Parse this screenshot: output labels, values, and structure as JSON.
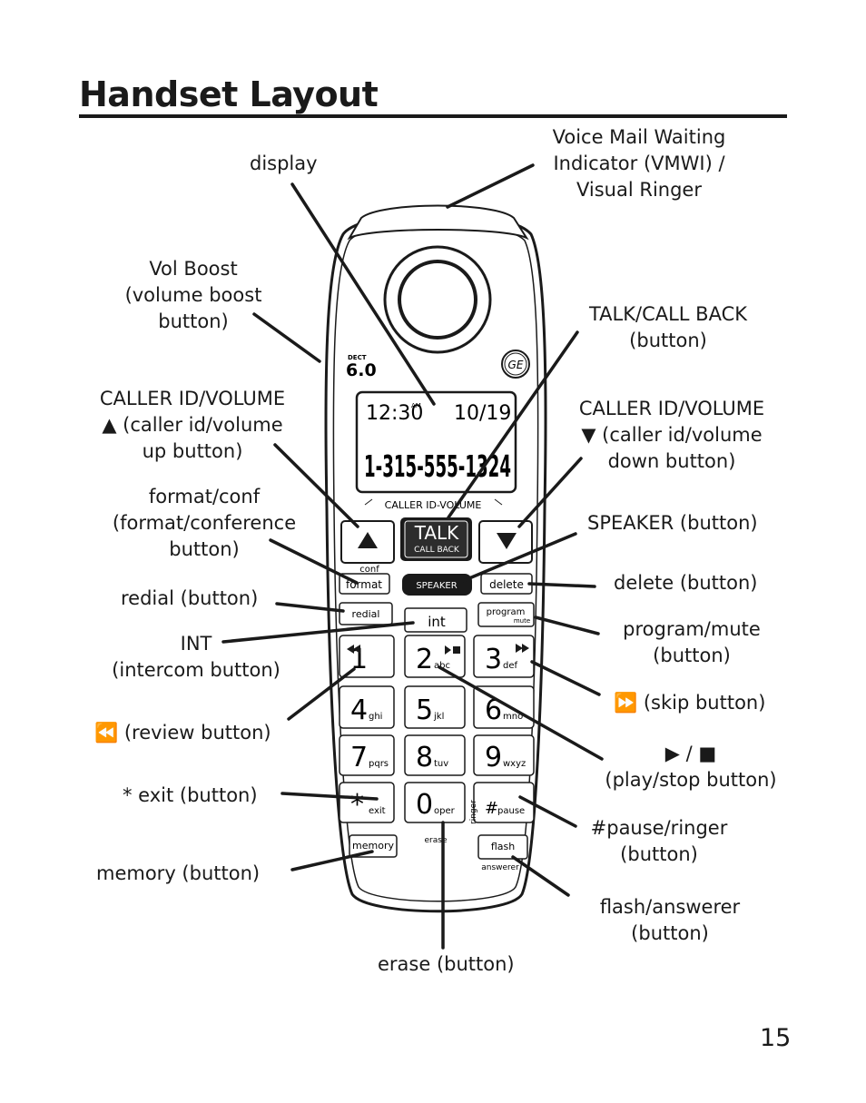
{
  "page": {
    "title": "Handset Layout",
    "page_number": "15"
  },
  "labels": {
    "vmwi": "Voice Mail Waiting\nIndicator (VMWI) /\nVisual Ringer",
    "display": "display",
    "vol_boost": "Vol Boost\n(volume boost\nbutton)",
    "talk": "TALK/CALL BACK\n(button)",
    "cid_up": "CALLER ID/VOLUME\n▲ (caller id/volume\nup button)",
    "cid_down": "CALLER ID/VOLUME\n▼ (caller id/volume\ndown button)",
    "format_conf": "format/conf\n(format/conference\nbutton)",
    "speaker": "SPEAKER (button)",
    "redial": "redial (button)",
    "delete": "delete (button)",
    "int": "INT\n(intercom button)",
    "program_mute": "program/mute\n(button)",
    "skip": "⏩ (skip button)",
    "review": "⏪ (review button)",
    "play_stop": "▶ / ■\n(play/stop button)",
    "exit": "* exit (button)",
    "pause_ringer": "#pause/ringer\n(button)",
    "memory": "memory (button)",
    "flash_answerer": "flash/answerer\n(button)",
    "erase": "erase (button)"
  },
  "handset": {
    "dect_label": "DECT",
    "dect_version": "6.0",
    "brand_logo": "GE",
    "lcd_time": "12:30",
    "lcd_ampm": "AM",
    "lcd_date": "10/19",
    "lcd_number": "1-315-555-1324",
    "strip_label": "CALLER ID-VOLUME",
    "talk_main": "TALK",
    "talk_sub": "CALL BACK",
    "conf_label": "conf",
    "format_label": "format",
    "speaker_label": "SPEAKER",
    "delete_label": "delete",
    "redial_label": "redial",
    "int_label": "int",
    "program_label": "program",
    "mute_label": "mute",
    "keys": [
      {
        "digit": "1",
        "sub": ""
      },
      {
        "digit": "2",
        "sub": "abc"
      },
      {
        "digit": "3",
        "sub": "def"
      },
      {
        "digit": "4",
        "sub": "ghi"
      },
      {
        "digit": "5",
        "sub": "jkl"
      },
      {
        "digit": "6",
        "sub": "mno"
      },
      {
        "digit": "7",
        "sub": "pqrs"
      },
      {
        "digit": "8",
        "sub": "tuv"
      },
      {
        "digit": "9",
        "sub": "wxyz"
      },
      {
        "digit": "*",
        "sub": "exit"
      },
      {
        "digit": "0",
        "sub": "oper"
      },
      {
        "digit": "#",
        "sub": "pause"
      }
    ],
    "ringer_label": "ringer",
    "erase_label": "erase",
    "memory_label": "memory",
    "flash_label": "flash",
    "answerer_label": "answerer"
  }
}
